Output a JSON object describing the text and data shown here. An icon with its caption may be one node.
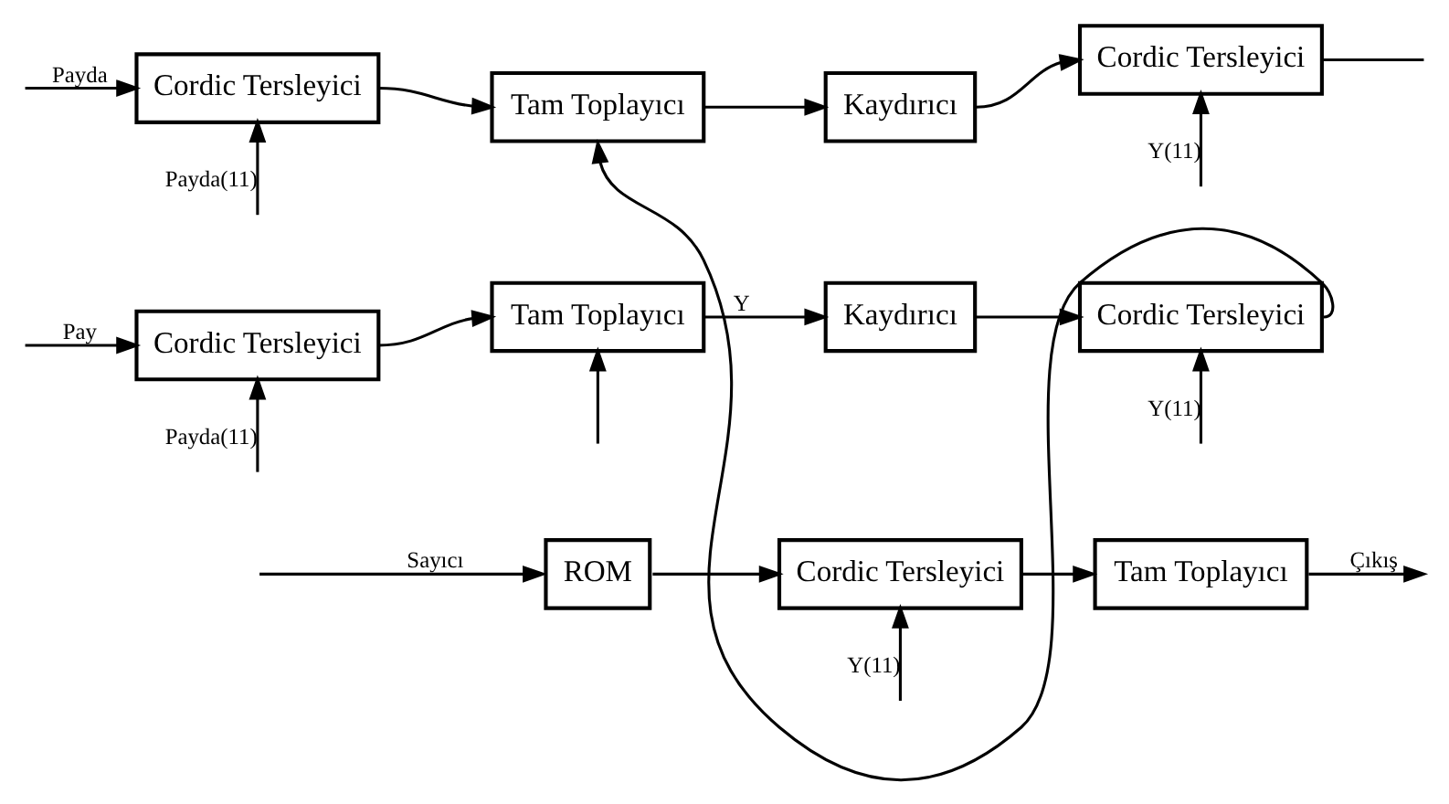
{
  "diagram": {
    "nodes": [
      {
        "text": [
          "Cordic Tersleyici"
        ]
      },
      {
        "text": [
          "Tam Toplayıcı"
        ]
      },
      {
        "text": [
          "Kaydırıcı"
        ]
      },
      {
        "text": [
          "Cordic Tersleyici"
        ]
      },
      {
        "text": [
          "Cordic Tersleyici"
        ]
      },
      {
        "text": [
          "Tam Toplayıcı"
        ]
      },
      {
        "text": [
          "Kaydırıcı"
        ]
      },
      {
        "text": [
          "Cordic Tersleyici"
        ]
      },
      {
        "text": [
          "ROM"
        ]
      },
      {
        "text": [
          "Cordic Tersleyici"
        ]
      },
      {
        "text": [
          "Tam Toplayıcı"
        ]
      }
    ],
    "edges": [
      {
        "from": null,
        "to": 0,
        "arrow": "to",
        "label": "Payda"
      },
      {
        "from": 0,
        "to": 1,
        "arrow": "to"
      },
      {
        "from": 1,
        "to": 2,
        "arrow": "to"
      },
      {
        "from": 2,
        "to": 3,
        "arrow": "to"
      },
      {
        "from": 3,
        "to": null,
        "arrow": "none"
      },
      {
        "from": null,
        "to": 0,
        "arrow": "to",
        "label": "Payda(11)"
      },
      {
        "from": null,
        "to": 3,
        "arrow": "to",
        "label": "Y(11)"
      },
      {
        "from": 7,
        "to": 1,
        "arrow": "to"
      },
      {
        "from": null,
        "to": 4,
        "arrow": "to",
        "label": "Pay"
      },
      {
        "from": 4,
        "to": 5,
        "arrow": "to"
      },
      {
        "from": 5,
        "to": 6,
        "arrow": "to",
        "label": "Y"
      },
      {
        "from": 6,
        "to": 7,
        "arrow": "to"
      },
      {
        "from": null,
        "to": 4,
        "arrow": "to",
        "label": "Payda(11)"
      },
      {
        "from": null,
        "to": 7,
        "arrow": "to",
        "label": "Y(11)"
      },
      {
        "from": null,
        "to": 5,
        "arrow": "to"
      },
      {
        "from": null,
        "to": 8,
        "arrow": "to",
        "label": "Sayıcı"
      },
      {
        "from": 8,
        "to": 9,
        "arrow": "to"
      },
      {
        "from": 9,
        "to": 10,
        "arrow": "to"
      },
      {
        "from": null,
        "to": 9,
        "arrow": "to",
        "label": "Y(11)"
      },
      {
        "from": 10,
        "to": null,
        "arrow": "to",
        "label": "Çıkış"
      }
    ]
  }
}
